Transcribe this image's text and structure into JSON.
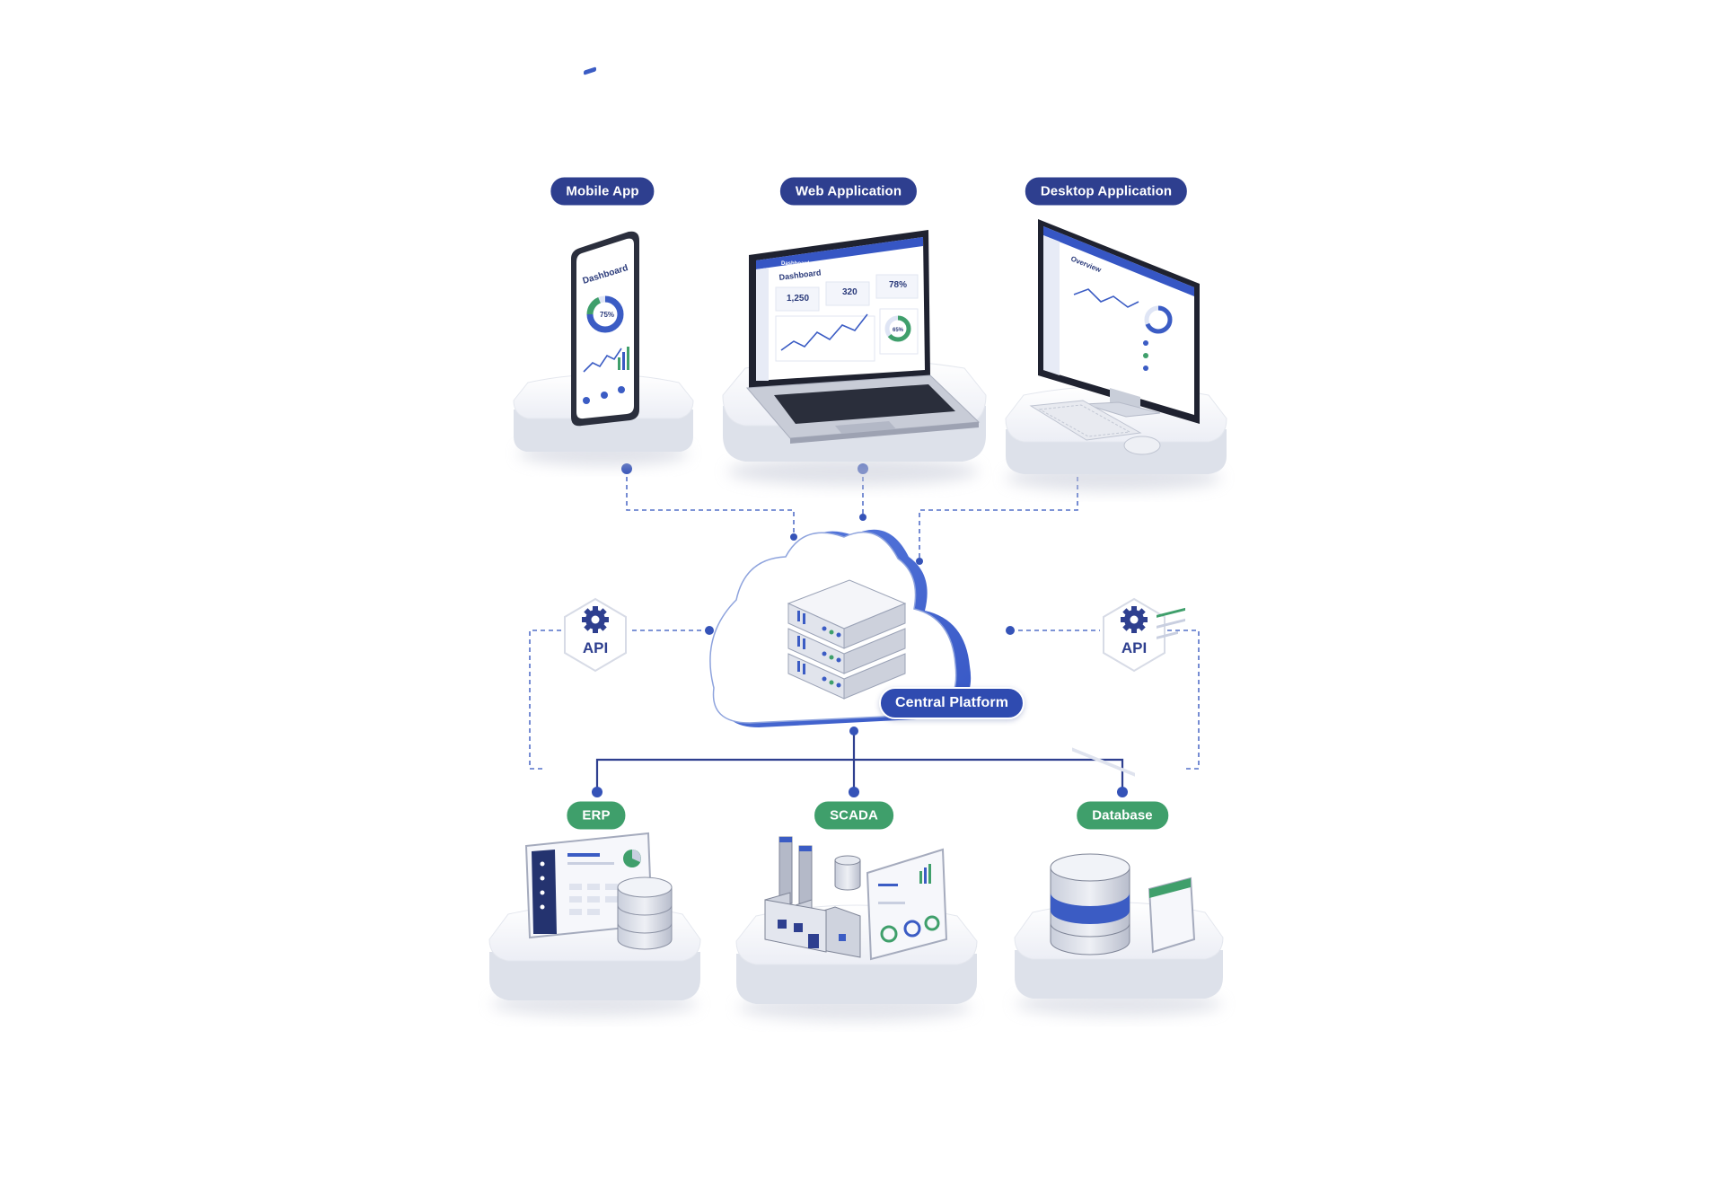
{
  "clients": {
    "mobile": {
      "label": "Mobile App",
      "screen_title": "Dashboard",
      "donut_value": "75%"
    },
    "web": {
      "label": "Web Application",
      "screen_header": "Dashboard",
      "screen_title": "Dashboard",
      "stat_1": "1,250",
      "stat_2": "320",
      "stat_3": "78%",
      "donut_value": "65%"
    },
    "desktop": {
      "label": "Desktop Application",
      "screen_title": "Overview"
    }
  },
  "platform": {
    "label": "Central Platform"
  },
  "api": {
    "left_label": "API",
    "right_label": "API"
  },
  "backends": {
    "erp": {
      "label": "ERP"
    },
    "scada": {
      "label": "SCADA"
    },
    "database": {
      "label": "Database"
    }
  },
  "colors": {
    "navy": "#2e3f8f",
    "blue": "#3b5cc4",
    "green": "#3f9f6b",
    "platform_blue": "#2f4bb0"
  }
}
